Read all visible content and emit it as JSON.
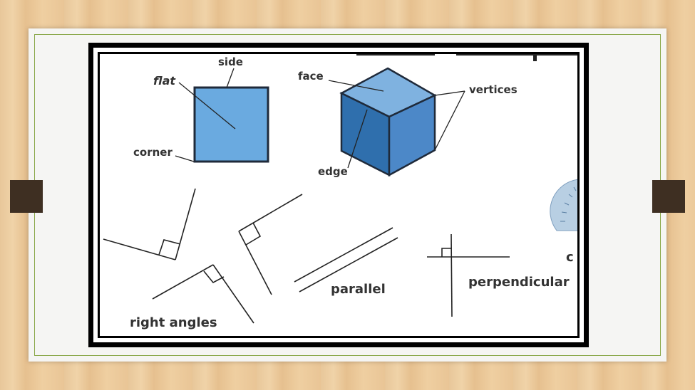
{
  "labels": {
    "side": "side",
    "flat": "flat",
    "corner": "corner",
    "face": "face",
    "vertices": "vertices",
    "edge": "edge",
    "parallel": "parallel",
    "perpendicular": "perpendicular",
    "right_angles": "right angles",
    "cut_letter": "c"
  },
  "colors": {
    "square_fill": "#6aaae0",
    "cube_top": "#7fb2e0",
    "cube_left": "#2f6fad",
    "cube_right": "#4c88c8",
    "outline": "#1f2a3a",
    "frame": "#000000",
    "slide_border": "#8aa84a",
    "tab": "#3e2f22"
  }
}
